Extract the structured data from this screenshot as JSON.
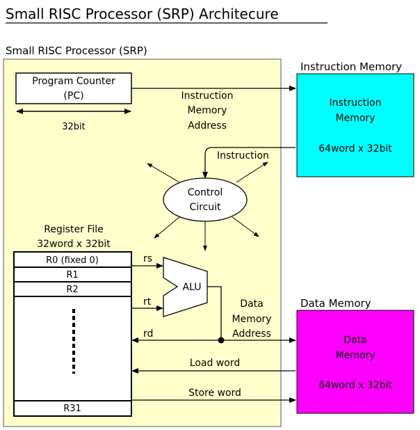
{
  "title": "Small RISC Processor (SRP) Architecure",
  "processor": {
    "label": "Small RISC Processor (SRP)",
    "fill": "#ffffcc"
  },
  "program_counter": {
    "line1": "Program Counter",
    "line2": "(PC)",
    "width_label": "32bit"
  },
  "instruction_memory_address": {
    "line1": "Instruction",
    "line2": "Memory",
    "line3": "Address"
  },
  "instruction_memory": {
    "heading": "Instruction Memory",
    "line1": "Instruction",
    "line2": "Memory",
    "size": "64word x 32bit",
    "fill": "#00ffff"
  },
  "instruction_label": "Instruction",
  "control_circuit": {
    "line1": "Control",
    "line2": "Circuit"
  },
  "register_file": {
    "line1": "Register File",
    "line2": "32word x 32bit",
    "registers": [
      "R0 (fixed 0)",
      "R1",
      "R2"
    ],
    "last_register": "R31"
  },
  "ports": {
    "rs": "rs",
    "rt": "rt",
    "rd": "rd"
  },
  "alu_label": "ALU",
  "data_memory_address": {
    "line1": "Data",
    "line2": "Memory",
    "line3": "Address"
  },
  "data_memory": {
    "heading": "Data Memory",
    "line1": "Data",
    "line2": "Memory",
    "size": "64word x 32bit",
    "fill": "#ff00ff"
  },
  "load_word": "Load word",
  "store_word": "Store word"
}
